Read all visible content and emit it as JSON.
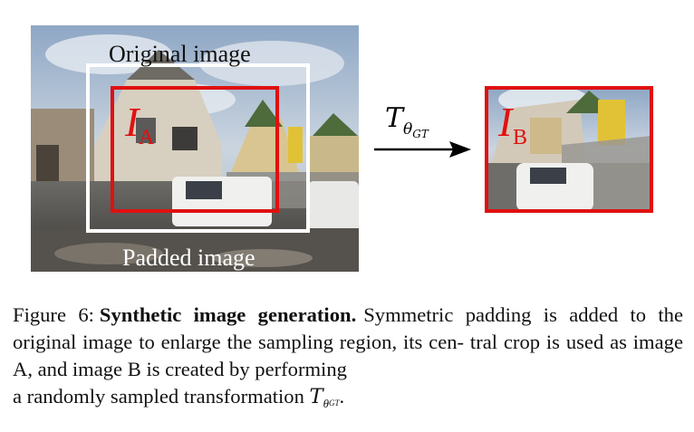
{
  "figure": {
    "label_original": "Original image",
    "label_padded": "Padded image",
    "label_a_letter": "I",
    "label_a_sub": "A",
    "label_b_letter": "I",
    "label_b_sub": "B",
    "transform_symbol": "T",
    "transform_sub": "θ",
    "transform_subsub": "GT",
    "colors": {
      "crop_box": "#e01010",
      "center_box": "#ffffff",
      "arrow": "#000000"
    }
  },
  "caption": {
    "figure_label": "Figure 6:",
    "title": "Synthetic image generation.",
    "line1_rest": "Symmetric padding is",
    "line2": "added to the original image to enlarge the sampling region, its cen-",
    "line3": "tral crop is used as image A, and image B is created by performing",
    "line4": "a randomly sampled transformation",
    "symbol": "T",
    "symbol_sub": "θ",
    "symbol_subsub": "GT",
    "end_punct": "."
  }
}
